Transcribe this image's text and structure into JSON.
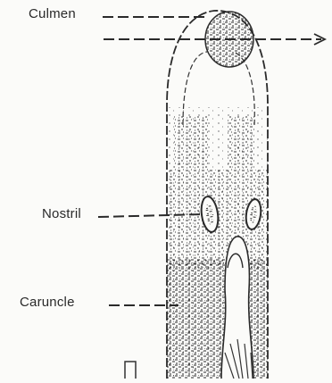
{
  "diagram": {
    "labels": {
      "culmen": "Culmen",
      "nostril": "Nostril",
      "caruncle": "Caruncle"
    },
    "colors": {
      "ink": "#2a2a2a",
      "paper": "#fbfbf9"
    }
  }
}
